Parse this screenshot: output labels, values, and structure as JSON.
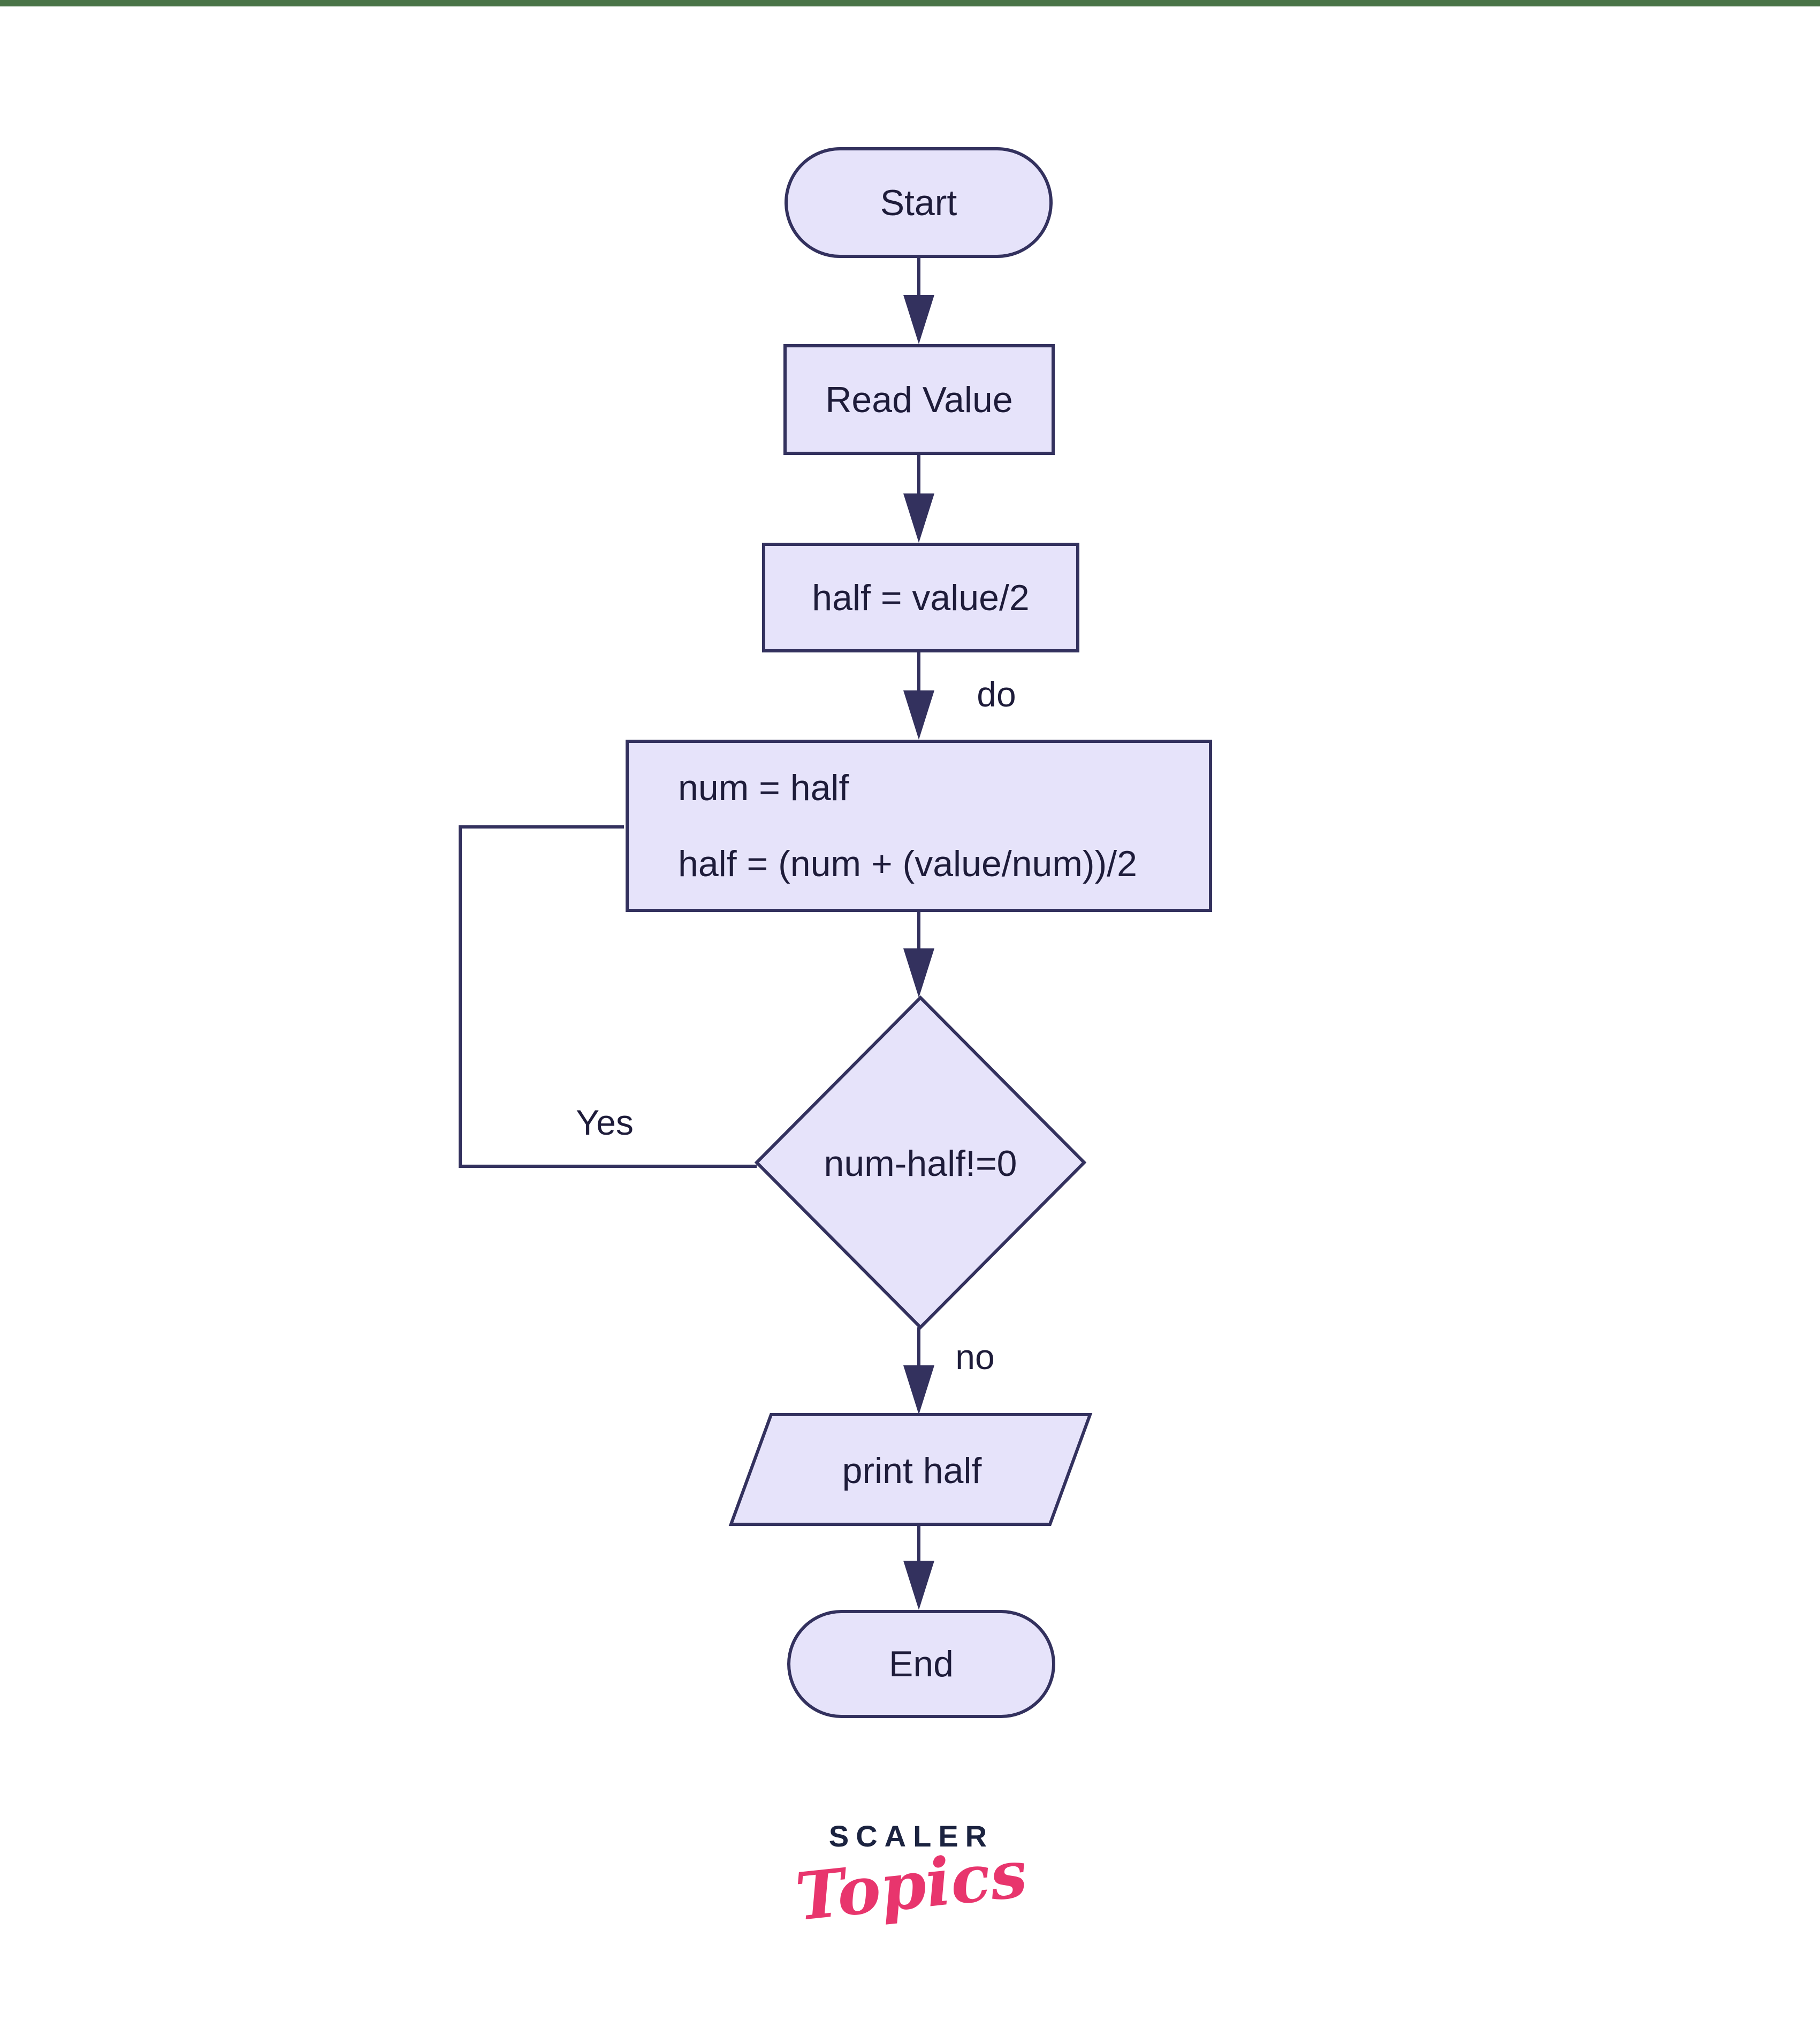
{
  "page": {
    "top_bar_color": "#4a7447",
    "background_color": "#ffffff"
  },
  "flowchart": {
    "node_labels": {
      "start": "Start",
      "read_value": "Read Value",
      "half_init": "half = value/2",
      "loop_line1": "num = half",
      "loop_line2": "half = (num + (value/num))/2",
      "decision": "num-half!=0",
      "print_half": "print half",
      "end": "End"
    },
    "edge_labels": {
      "do": "do",
      "yes": "Yes",
      "no": "no"
    },
    "colors": {
      "node_fill": "#e6e3fa",
      "node_border": "#33315e",
      "connector": "#33315e",
      "text": "#1e1c3a"
    }
  },
  "branding": {
    "wordmark_top": "SCALER",
    "wordmark_bottom": "Topics",
    "navy": "#1b2340",
    "pink": "#e8356d"
  }
}
